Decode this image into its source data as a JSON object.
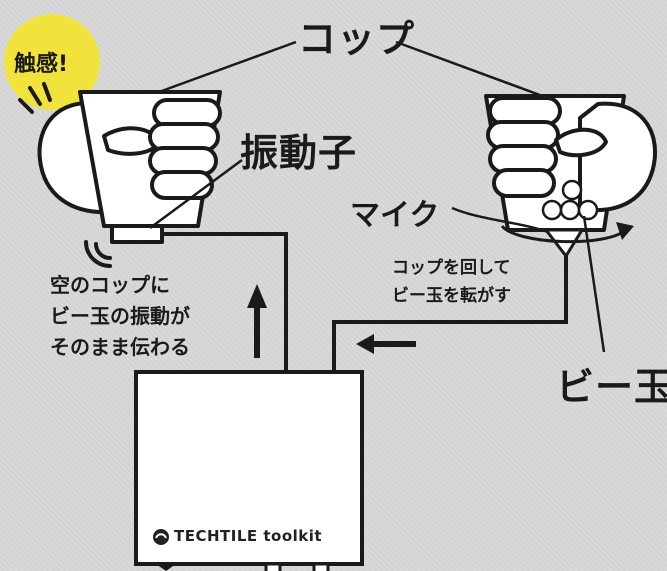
{
  "labels": {
    "cup": "コップ",
    "touch": "触感!",
    "vibrator": "振動子",
    "mic": "マイク",
    "marble": "ビー玉",
    "roll_line1": "コップを回して",
    "roll_line2": "ビー玉を転がす",
    "empty_line1": "空のコップに",
    "empty_line2": "ビー玉の振動が",
    "empty_line3": "そのまま伝わる",
    "brand": "TECHTILE toolkit"
  },
  "colors": {
    "background": "#d4d4d4",
    "touch_burst": "#f2e33c",
    "line": "#1a1a1a",
    "fill": "#ffffff"
  },
  "icons": [
    "hand-icon",
    "cup-icon",
    "marble-icon",
    "arrow-up-icon",
    "arrow-left-icon",
    "techtile-logo-icon"
  ]
}
